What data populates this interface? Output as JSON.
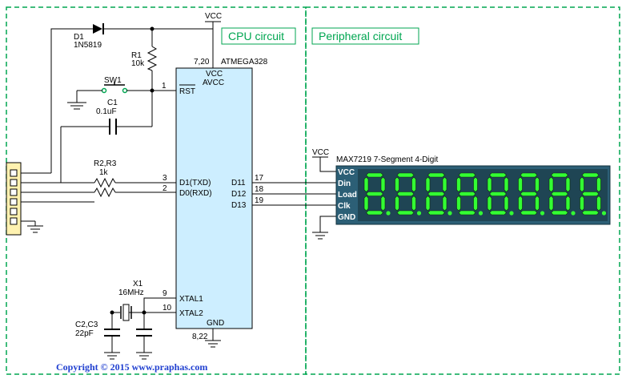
{
  "sections": {
    "cpu_label": "CPU circuit",
    "peripheral_label": "Peripheral circuit"
  },
  "power": {
    "vcc_top": "VCC",
    "vcc_display": "VCC"
  },
  "diode": {
    "ref": "D1",
    "part": "1N5819"
  },
  "resistor_r1": {
    "ref": "R1",
    "value": "10k"
  },
  "switch": {
    "ref": "SW1"
  },
  "capacitor_c1": {
    "ref": "C1",
    "value": "0.1uF"
  },
  "resistors_r2r3": {
    "ref": "R2,R3",
    "value": "1k"
  },
  "crystal": {
    "ref": "X1",
    "freq": "16MHz"
  },
  "caps_c2c3": {
    "ref": "C2,C3",
    "value": "22pF"
  },
  "mcu": {
    "name": "ATMEGA328",
    "vcc_pins": "7,20",
    "gnd_pins": "8,22",
    "vcc_label": "VCC",
    "avcc_label": "AVCC",
    "rst_label": "RST",
    "txd_label": "D1(TXD)",
    "rxd_label": "D0(RXD)",
    "xtal1_label": "XTAL1",
    "xtal2_label": "XTAL2",
    "gnd_label": "GND",
    "d11_label": "D11",
    "d12_label": "D12",
    "d13_label": "D13",
    "pin_rst": "1",
    "pin_txd": "3",
    "pin_rxd": "2",
    "pin_xtal1": "9",
    "pin_xtal2": "10",
    "pin_d11": "17",
    "pin_d12": "18",
    "pin_d13": "19"
  },
  "display": {
    "title": "MAX7219  7-Segment  4-Digit",
    "pins": [
      "VCC",
      "Din",
      "Load",
      "Clk",
      "GND"
    ],
    "digit_count": 8,
    "digit_color": "#33ff33",
    "panel_color": "#2c5f76"
  },
  "colors": {
    "chip_fill": "#cdeeff",
    "dashed_border": "#00a651",
    "connector_fill": "#fff2b0"
  },
  "copyright": "Copyright © 2015 www.praphas.com"
}
